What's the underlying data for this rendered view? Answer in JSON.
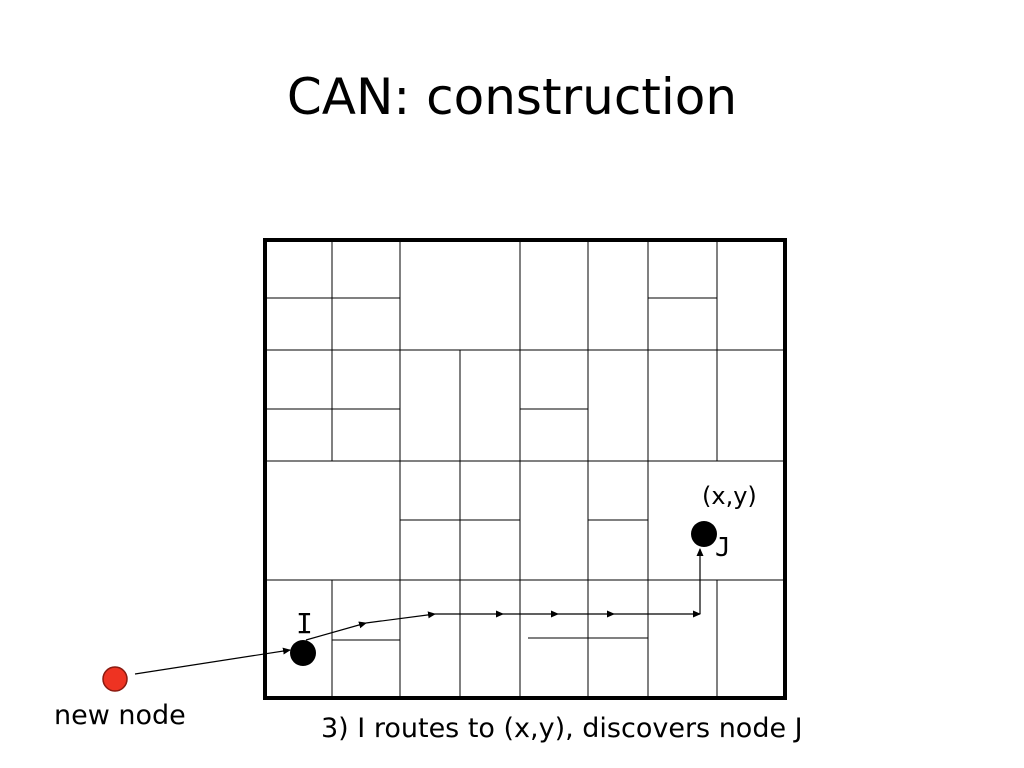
{
  "slide": {
    "title": "CAN: construction",
    "caption": "3) I routes to (x,y), discovers node J"
  },
  "diagram": {
    "node_i_label": "I",
    "node_j_label": "J",
    "target_point_label": "(x,y)",
    "new_node_label": "new node",
    "colors": {
      "node": "#000000",
      "new_node_fill": "#ee3322",
      "new_node_stroke": "#8a1a10",
      "grid": "#000000"
    }
  }
}
